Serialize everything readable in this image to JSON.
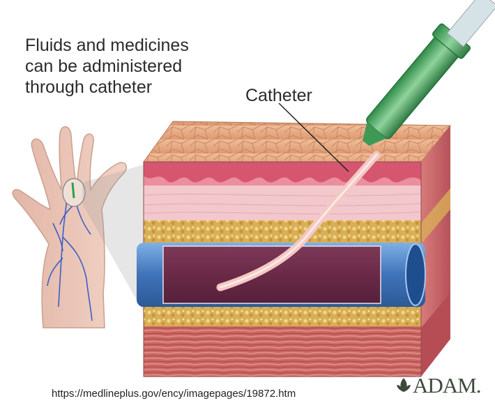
{
  "caption": "Fluids and medicines\ncan be administered\nthrough catheter",
  "labels": {
    "catheter": "Catheter"
  },
  "source_url": "https://medlineplus.gov/ency/imagepages/19872.htm",
  "brand": {
    "name": "ADAM.",
    "icon": "adam-leaf-icon"
  },
  "colors": {
    "skin_surface": "#e8a781",
    "epidermis": "#e27a8a",
    "dermis": "#f1c5c9",
    "fat": "#d9b15a",
    "vein_wall": "#4c82c6",
    "vein_lumen": "#6a2a47",
    "muscle": "#c9615f",
    "catheter": "#f3c3c0",
    "needle_hub": "#3d9a56"
  }
}
